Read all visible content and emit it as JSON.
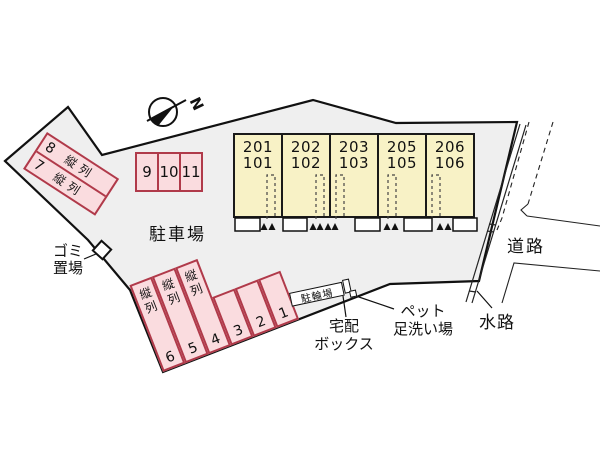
{
  "labels": {
    "parking_lot": "駐車場",
    "garbage": [
      "ゴミ",
      "置場"
    ],
    "road": "道路",
    "waterway": "水路",
    "bicycle_parking": "駐輪場",
    "delivery_box": [
      "宅配",
      "ボックス"
    ],
    "pet_wash": [
      "ペット",
      "足洗い場"
    ],
    "north": "N"
  },
  "buildings": {
    "units": [
      {
        "upper": "201",
        "lower": "101"
      },
      {
        "upper": "202",
        "lower": "102"
      },
      {
        "upper": "203",
        "lower": "103"
      },
      {
        "upper": "205",
        "lower": "105"
      },
      {
        "upper": "206",
        "lower": "106"
      }
    ]
  },
  "parking": {
    "upper_row": [
      "9",
      "10",
      "11"
    ],
    "left_block": [
      {
        "num": "8",
        "tandem": "縦列"
      },
      {
        "num": "7",
        "tandem": "縦列"
      }
    ],
    "bottom_row": [
      {
        "num": "6",
        "tandem": "縦列"
      },
      {
        "num": "5",
        "tandem": "縦列"
      },
      {
        "num": "4",
        "tandem": "縦列"
      },
      {
        "num": "3"
      },
      {
        "num": "2"
      },
      {
        "num": "1"
      }
    ]
  },
  "colors": {
    "site_fill": "#efefef",
    "outline": "#111111",
    "building_fill": "#f8f2c6",
    "parking_fill": "#fadcdf",
    "parking_border": "#b03a4a"
  }
}
